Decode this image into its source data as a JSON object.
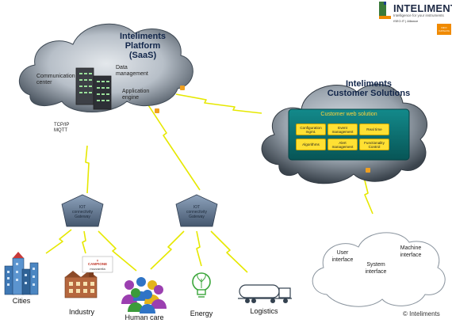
{
  "brand": {
    "name": "INTELIMENTS",
    "tagline": "Intelligence for your instruments",
    "partner_logo_text": "ISEO.IT | Alliance",
    "badge_text": "INFO CATALOG"
  },
  "platform": {
    "title_line1": "Inteliments",
    "title_line2": "Platform",
    "title_line3": "(SaaS)",
    "modules": {
      "communication": "Communication center",
      "data": "Data management",
      "application": "Application engine"
    },
    "protocol_line1": "TCP/IP",
    "protocol_line2": "MQTT"
  },
  "customer": {
    "title_line1": "Inteliments",
    "title_line2": "Customer Solutions",
    "panel_title": "Customer web solution",
    "modules": [
      "Configuration mgmt.",
      "Event management",
      "Real time",
      "Algorithms",
      "Alert management",
      "Functionality Control"
    ]
  },
  "gateways": [
    {
      "line1": "IOT",
      "line2": "connectivity",
      "line3": "Gateway"
    },
    {
      "line1": "IOT",
      "line2": "connectivity",
      "line3": "Gateway"
    }
  ],
  "user_cloud": {
    "user_interface": "User interface",
    "machine_interface": "Machine interface",
    "system_interface": "System interface"
  },
  "endpoints": {
    "cities": "Cities",
    "industry": "Industry",
    "human_care": "Human care",
    "energy": "Energy",
    "logistics": "Logistics"
  },
  "industry_sign": {
    "line1": "CAMPIONE",
    "line2": "mozzarella"
  },
  "copyright": "© Inteliments",
  "colors": {
    "cloud_dark": "#3f4a55",
    "cloud_light": "#c5ccd4",
    "panel": "#0b6f70",
    "chip": "#ffe033",
    "bolt": "#e6e800",
    "gateway": "#5a6f8a",
    "brand_orange": "#f08a00"
  }
}
